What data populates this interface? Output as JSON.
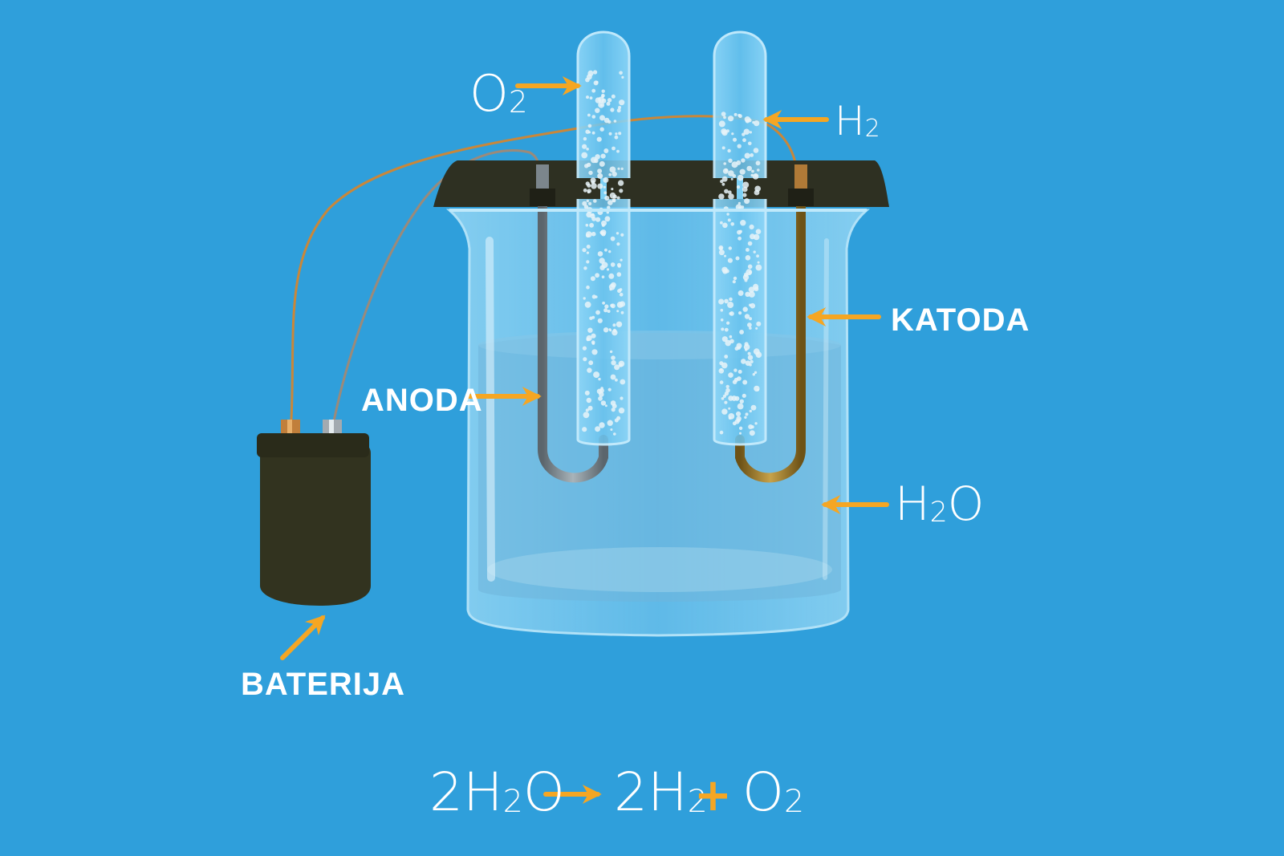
{
  "labels": {
    "o2_main": "O",
    "o2_sub": "2",
    "h2_main": "H",
    "h2_sub": "2",
    "katoda": "KATODA",
    "anoda": "ANODA",
    "water_main_h": "H",
    "water_sub": "2",
    "water_main_o": "O",
    "baterija": "BATERIJA"
  },
  "equation": {
    "left_coef": "2",
    "left_h": "H",
    "left_sub": "2",
    "left_o": "O",
    "right1_coef": "2",
    "right1_h": "H",
    "right1_sub": "2",
    "right2_o": "O",
    "right2_sub": "2",
    "plus": "+"
  },
  "colors": {
    "background": "#2f9fdb",
    "arrow": "#f5a623",
    "battery": "#32331f",
    "lid": "#2e3022",
    "anode_metal": "#6f7a82",
    "cathode_metal": "#8a6a1f",
    "wire_copper": "#c9873a",
    "wire_grey": "#9b8a7a"
  },
  "icons": {
    "battery": "battery-icon",
    "beaker": "beaker-icon",
    "arrow": "arrow-icon"
  }
}
